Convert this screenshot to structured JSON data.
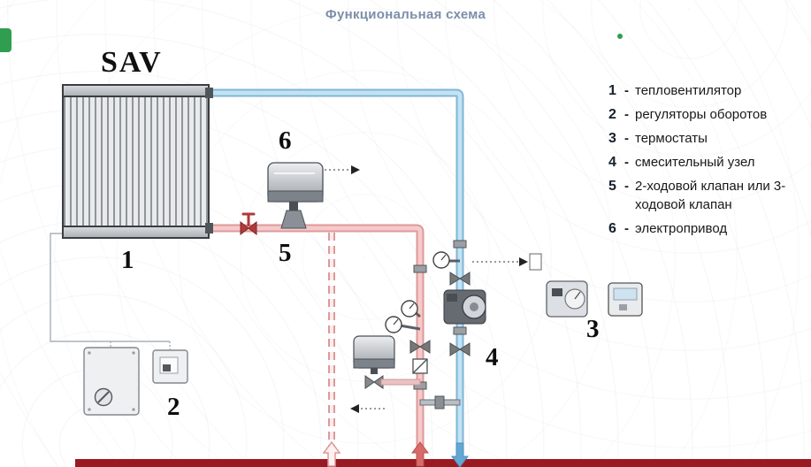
{
  "title": "Функциональная схема",
  "device_label": "SAV",
  "diagram_numbers": {
    "n1": "1",
    "n2": "2",
    "n3": "3",
    "n4": "4",
    "n5": "5",
    "n6": "6"
  },
  "legend": {
    "separator": "-",
    "items": [
      {
        "num": "1",
        "text": "тепловентилятор"
      },
      {
        "num": "2",
        "text": "регуляторы оборотов"
      },
      {
        "num": "3",
        "text": "термостаты"
      },
      {
        "num": "4",
        "text": "смесительный узел"
      },
      {
        "num": "5",
        "text": "2-ходовой клапан или 3-ходовой клапан"
      },
      {
        "num": "6",
        "text": "электропривод"
      }
    ]
  },
  "colors": {
    "supply_pipe": "#f6caca",
    "supply_outline": "#dd9999",
    "return_pipe": "#c3e2f2",
    "return_outline": "#7fb6d6",
    "footer_bar": "#9a1a22",
    "title_text": "#7b8fa9"
  }
}
